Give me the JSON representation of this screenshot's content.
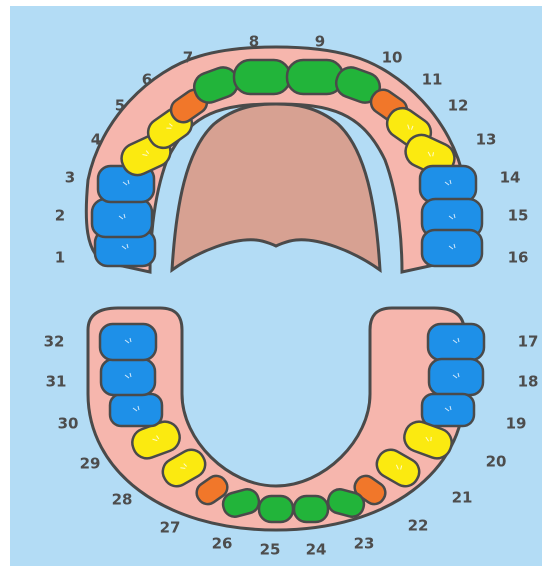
{
  "colors": {
    "background": "#b3dcf5",
    "gum": "#f6b6ad",
    "palate": "#d7a192",
    "outline": "#4a4a4a",
    "molar": "#1e90e8",
    "premolar": "#fbea10",
    "canine": "#f1772a",
    "incisor": "#22b43a",
    "number_text": "#4d4d4d"
  },
  "teeth": [
    {
      "number": "1",
      "type": "molar"
    },
    {
      "number": "2",
      "type": "molar"
    },
    {
      "number": "3",
      "type": "molar"
    },
    {
      "number": "4",
      "type": "premolar"
    },
    {
      "number": "5",
      "type": "premolar"
    },
    {
      "number": "6",
      "type": "canine"
    },
    {
      "number": "7",
      "type": "incisor"
    },
    {
      "number": "8",
      "type": "incisor"
    },
    {
      "number": "9",
      "type": "incisor"
    },
    {
      "number": "10",
      "type": "incisor"
    },
    {
      "number": "11",
      "type": "canine"
    },
    {
      "number": "12",
      "type": "premolar"
    },
    {
      "number": "13",
      "type": "premolar"
    },
    {
      "number": "14",
      "type": "molar"
    },
    {
      "number": "15",
      "type": "molar"
    },
    {
      "number": "16",
      "type": "molar"
    },
    {
      "number": "17",
      "type": "molar"
    },
    {
      "number": "18",
      "type": "molar"
    },
    {
      "number": "19",
      "type": "molar"
    },
    {
      "number": "20",
      "type": "premolar"
    },
    {
      "number": "21",
      "type": "premolar"
    },
    {
      "number": "22",
      "type": "canine"
    },
    {
      "number": "23",
      "type": "incisor"
    },
    {
      "number": "24",
      "type": "incisor"
    },
    {
      "number": "25",
      "type": "incisor"
    },
    {
      "number": "26",
      "type": "incisor"
    },
    {
      "number": "27",
      "type": "canine"
    },
    {
      "number": "28",
      "type": "premolar"
    },
    {
      "number": "29",
      "type": "premolar"
    },
    {
      "number": "30",
      "type": "molar"
    },
    {
      "number": "31",
      "type": "molar"
    },
    {
      "number": "32",
      "type": "molar"
    }
  ]
}
